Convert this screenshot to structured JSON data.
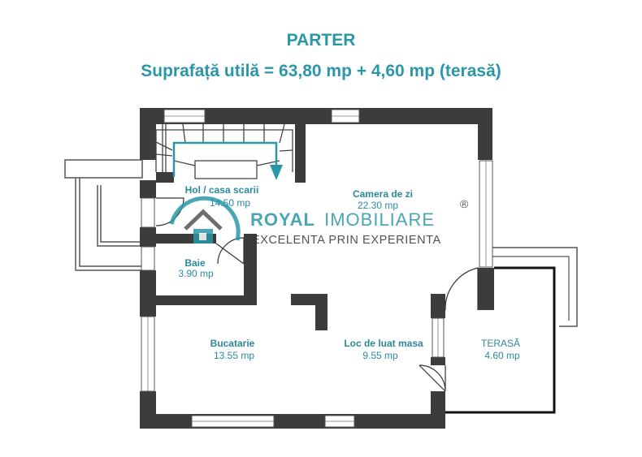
{
  "header": {
    "title": "PARTER",
    "subtitle": "Suprafață utilă = 63,80 mp + 4,60 mp (terasă)"
  },
  "rooms": [
    {
      "name": "Hol / casa scarii",
      "area": "14.50 mp"
    },
    {
      "name": "Camera de zi",
      "area": "22.30 mp"
    },
    {
      "name": "Baie",
      "area": "3.90 mp"
    },
    {
      "name": "Bucatarie",
      "area": "13.55 mp"
    },
    {
      "name": "Loc de luat masa",
      "area": "9.55 mp"
    },
    {
      "name": "TERASĂ",
      "area": "4.60 mp"
    }
  ],
  "watermark": {
    "brand_bold": "ROYAL",
    "brand_light": "IMOBILIARE",
    "tagline": "EXCELENTA PRIN EXPERIENTA",
    "registered": "®"
  },
  "colors": {
    "accent": "#2a97a8",
    "walls": "#3c3c3c"
  }
}
